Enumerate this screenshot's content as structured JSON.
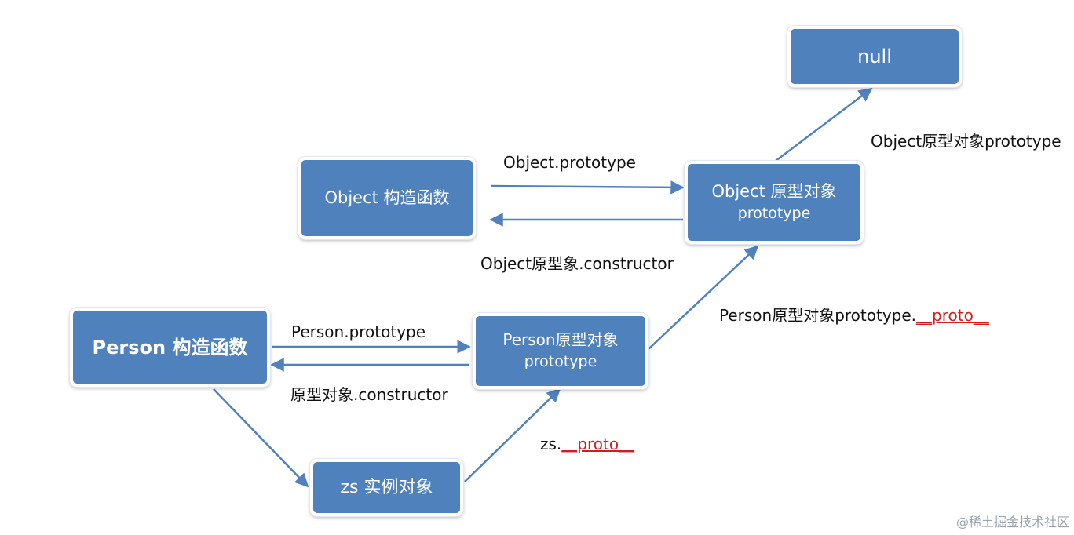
{
  "nodes": {
    "null_box": {
      "text": "null"
    },
    "object_constructor": {
      "text": "Object 构造函数"
    },
    "object_prototype": {
      "line1": "Object 原型对象",
      "line2": "prototype"
    },
    "person_constructor": {
      "text": "Person 构造函数"
    },
    "person_prototype": {
      "line1": "Person原型对象",
      "line2": "prototype"
    },
    "zs_instance": {
      "text": "zs 实例对象"
    }
  },
  "labels": {
    "object_proto_to_null": {
      "prefix": "Object原型对象prototype",
      "suffix": ""
    },
    "object_prototype_link": "Object.prototype",
    "object_constructor_link": "Object原型象.constructor",
    "person_proto_to_object": {
      "prefix": "Person原型对象prototype.",
      "suffix": "__proto__"
    },
    "person_prototype_link": "Person.prototype",
    "person_constructor_link": "原型对象.constructor",
    "zs_proto": {
      "prefix": "zs.",
      "suffix": "__proto__"
    }
  },
  "watermark": "@稀土掘金技术社区",
  "colors": {
    "node_fill": "#4f81bd",
    "arrow": "#4f81bd",
    "highlight": "#d11d1d"
  }
}
